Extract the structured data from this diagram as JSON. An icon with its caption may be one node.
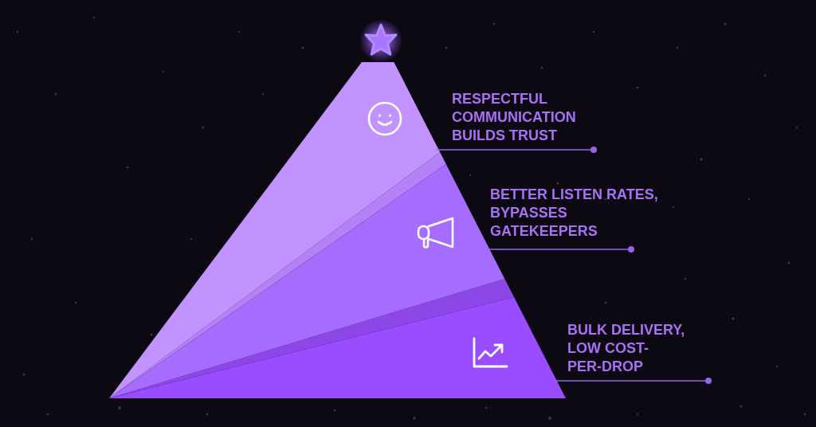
{
  "diagram": {
    "nodes": [
      {
        "text": [],
        "shape": "triangle"
      },
      {
        "text": [],
        "shape": "triangle"
      },
      {
        "text": [],
        "shape": "triangle"
      },
      {
        "text": [
          "RESPECTFUL COMMUNICATION BUILDS TRUST"
        ]
      },
      {
        "text": [
          "BETTER LISTEN RATES, BYPASSES GATEKEEPERS"
        ]
      },
      {
        "text": [
          "BULK DELIVERY, LOW COST-PER-DROP"
        ]
      }
    ],
    "edges": [
      {
        "from": 3,
        "to": 0,
        "arrow": "other"
      },
      {
        "from": 4,
        "to": 1,
        "arrow": "other"
      },
      {
        "from": 5,
        "to": 2,
        "arrow": "other"
      }
    ]
  }
}
